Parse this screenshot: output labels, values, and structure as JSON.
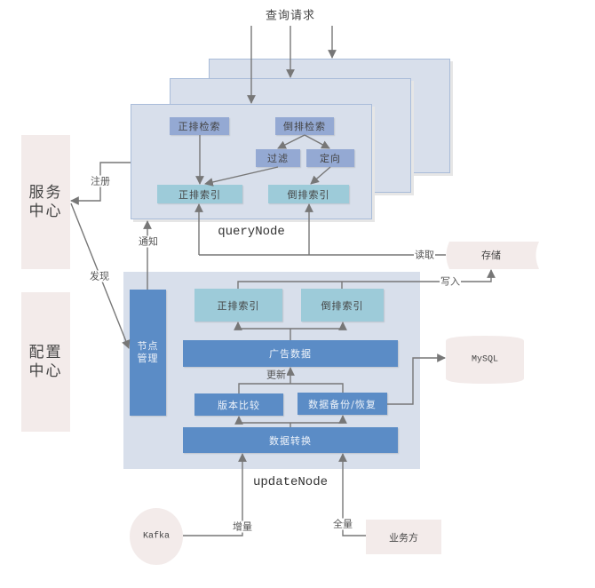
{
  "query_request_label": "查询请求",
  "service_center": {
    "line1": "服务",
    "line2": "中心"
  },
  "config_center": {
    "line1": "配置",
    "line2": "中心"
  },
  "query_node": {
    "label": "queryNode",
    "forward_search": "正排检索",
    "inverted_search": "倒排检索",
    "filter": "过滤",
    "targeting": "定向",
    "forward_index": "正排索引",
    "inverted_index": "倒排索引"
  },
  "update_node": {
    "label": "updateNode",
    "node_management": {
      "line1": "节点",
      "line2": "管理"
    },
    "forward_index": "正排索引",
    "inverted_index": "倒排索引",
    "ad_data": "广告数据",
    "update_label": "更新",
    "version_compare": "版本比较",
    "backup_restore": "数据备份/恢复",
    "data_transform": "数据转换"
  },
  "edges": {
    "register": "注册",
    "discover": "发现",
    "notify": "通知",
    "read": "读取",
    "write": "写入",
    "incremental": "增量",
    "full": "全量"
  },
  "external": {
    "storage": "存储",
    "mysql": "MySQL",
    "kafka": "Kafka",
    "business": "业务方"
  },
  "colors": {
    "panel-bg": "#d8dfeb",
    "panel-border": "#a9bcd9",
    "query-box": "#94a9d3",
    "index-box": "#9dcbd9",
    "process-box": "#5b8cc6",
    "external-bg": "#f3ebea",
    "line": "#777777"
  }
}
